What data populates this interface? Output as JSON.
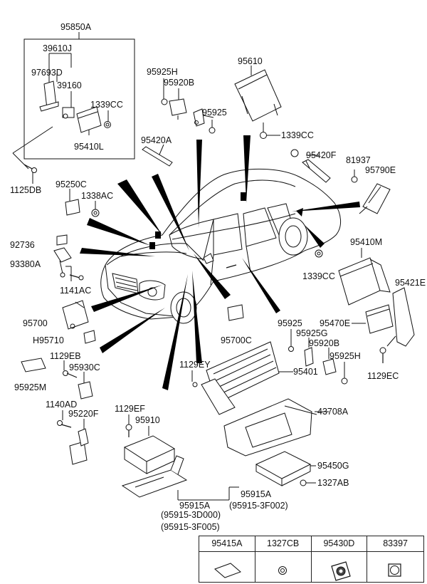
{
  "diagram": {
    "part_labels": {
      "p95850A": "95850A",
      "p39610J": "39610J",
      "p97693D": "97693D",
      "p39160": "39160",
      "p1339CC_a": "1339CC",
      "p95410L": "95410L",
      "p1125DB": "1125DB",
      "p95925H_a": "95925H",
      "p95920B_a": "95920B",
      "p95925_a": "95925",
      "p95610": "95610",
      "p1339CC_b": "1339CC",
      "p95420A": "95420A",
      "p95420F": "95420F",
      "p81937": "81937",
      "p95790E": "95790E",
      "p95250C": "95250C",
      "p1338AC": "1338AC",
      "p92736": "92736",
      "p93380A": "93380A",
      "p1141AC": "1141AC",
      "p95700": "95700",
      "pH95710": "H95710",
      "p95410M": "95410M",
      "p1339CC_c": "1339CC",
      "p95421E": "95421E",
      "p95925_b": "95925",
      "p95470E": "95470E",
      "p95925G": "95925G",
      "p95700C": "95700C",
      "p95920B_b": "95920B",
      "p95925H_b": "95925H",
      "p1129EC": "1129EC",
      "p1129EB": "1129EB",
      "p95930C": "95930C",
      "p1129EY": "1129EY",
      "p95401": "95401",
      "p95925M": "95925M",
      "p43708A": "43708A",
      "p1140AD": "1140AD",
      "p95220F": "95220F",
      "p1129EF": "1129EF",
      "p95910": "95910",
      "p95450G": "95450G",
      "p1327AB": "1327AB",
      "p95915A_a": "95915A",
      "p95915A_b": "95915A",
      "p95915_3D000": "(95915-3D000)",
      "p95915_3F002": "(95915-3F002)",
      "p95915_3F005": "(95915-3F005)"
    },
    "legend_table": {
      "headers": [
        "95415A",
        "1327CB",
        "95430D",
        "83397"
      ]
    }
  }
}
